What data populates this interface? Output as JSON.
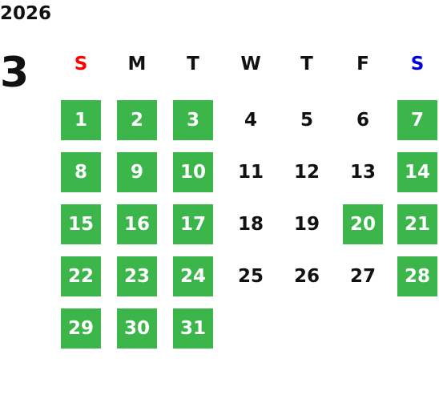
{
  "year": "2026",
  "month": "3",
  "colors": {
    "highlight": "#3cb54a",
    "sunday": "#ff0000",
    "saturday": "#0000dd",
    "text": "#111111"
  },
  "weekdays": [
    "S",
    "M",
    "T",
    "W",
    "T",
    "F",
    "S"
  ],
  "first_weekday_index": 0,
  "days": [
    {
      "label": "1",
      "highlighted": true
    },
    {
      "label": "2",
      "highlighted": true
    },
    {
      "label": "3",
      "highlighted": true
    },
    {
      "label": "4",
      "highlighted": false
    },
    {
      "label": "5",
      "highlighted": false
    },
    {
      "label": "6",
      "highlighted": false
    },
    {
      "label": "7",
      "highlighted": true
    },
    {
      "label": "8",
      "highlighted": true
    },
    {
      "label": "9",
      "highlighted": true
    },
    {
      "label": "10",
      "highlighted": true
    },
    {
      "label": "11",
      "highlighted": false
    },
    {
      "label": "12",
      "highlighted": false
    },
    {
      "label": "13",
      "highlighted": false
    },
    {
      "label": "14",
      "highlighted": true
    },
    {
      "label": "15",
      "highlighted": true
    },
    {
      "label": "16",
      "highlighted": true
    },
    {
      "label": "17",
      "highlighted": true
    },
    {
      "label": "18",
      "highlighted": false
    },
    {
      "label": "19",
      "highlighted": false
    },
    {
      "label": "20",
      "highlighted": true
    },
    {
      "label": "21",
      "highlighted": true
    },
    {
      "label": "22",
      "highlighted": true
    },
    {
      "label": "23",
      "highlighted": true
    },
    {
      "label": "24",
      "highlighted": true
    },
    {
      "label": "25",
      "highlighted": false
    },
    {
      "label": "26",
      "highlighted": false
    },
    {
      "label": "27",
      "highlighted": false
    },
    {
      "label": "28",
      "highlighted": true
    },
    {
      "label": "29",
      "highlighted": true
    },
    {
      "label": "30",
      "highlighted": true
    },
    {
      "label": "31",
      "highlighted": true
    }
  ]
}
